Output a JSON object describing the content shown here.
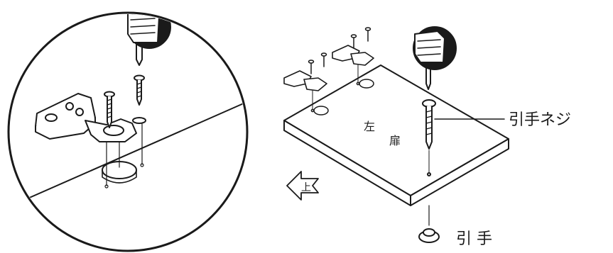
{
  "labels": {
    "board_text_left": "左",
    "board_text_right": "扉",
    "arrow_text": "上",
    "callout_screw": "引手ネジ",
    "callout_handle": "引 手"
  },
  "icons": [
    "hand-screwdriver-icon",
    "hinge-icon",
    "screw-icon",
    "handle-knob-icon",
    "direction-arrow-icon"
  ]
}
